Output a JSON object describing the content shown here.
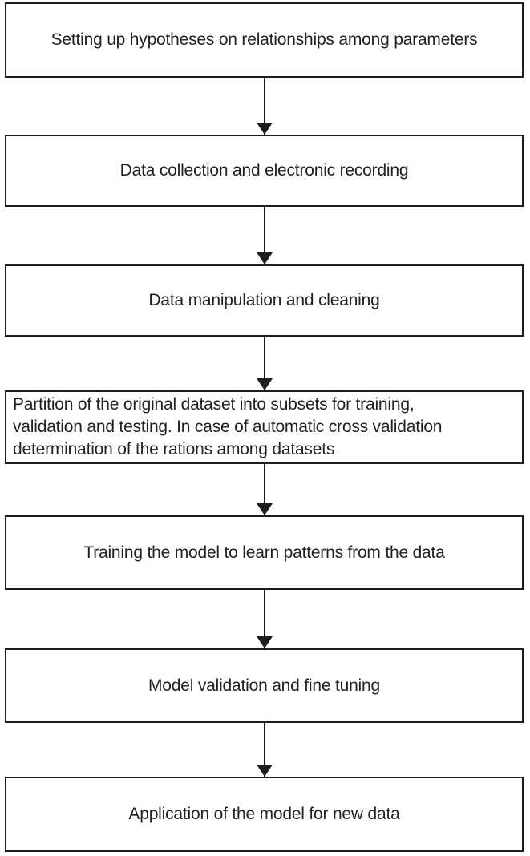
{
  "figure": {
    "background": "#ffffff",
    "ink_color": "#1e1c1c",
    "text_color": "#231f20",
    "connector": "arrow-down"
  },
  "flow": {
    "steps": [
      {
        "label": "Setting up hypotheses on relationships among parameters"
      },
      {
        "label": "Data collection and electronic recording"
      },
      {
        "label": "Data manipulation and cleaning"
      },
      {
        "label": "Partition of the original dataset into subsets for training, validation and testing. In case of automatic cross validation determination of the rations among datasets",
        "lines": [
          "Partition of the original dataset into subsets for training,",
          "validation and testing. In case of automatic cross validation",
          "determination of the rations among datasets"
        ]
      },
      {
        "label": "Training the model to learn patterns from the data"
      },
      {
        "label": "Model validation and fine tuning"
      },
      {
        "label": "Application of the model for new data"
      }
    ]
  }
}
